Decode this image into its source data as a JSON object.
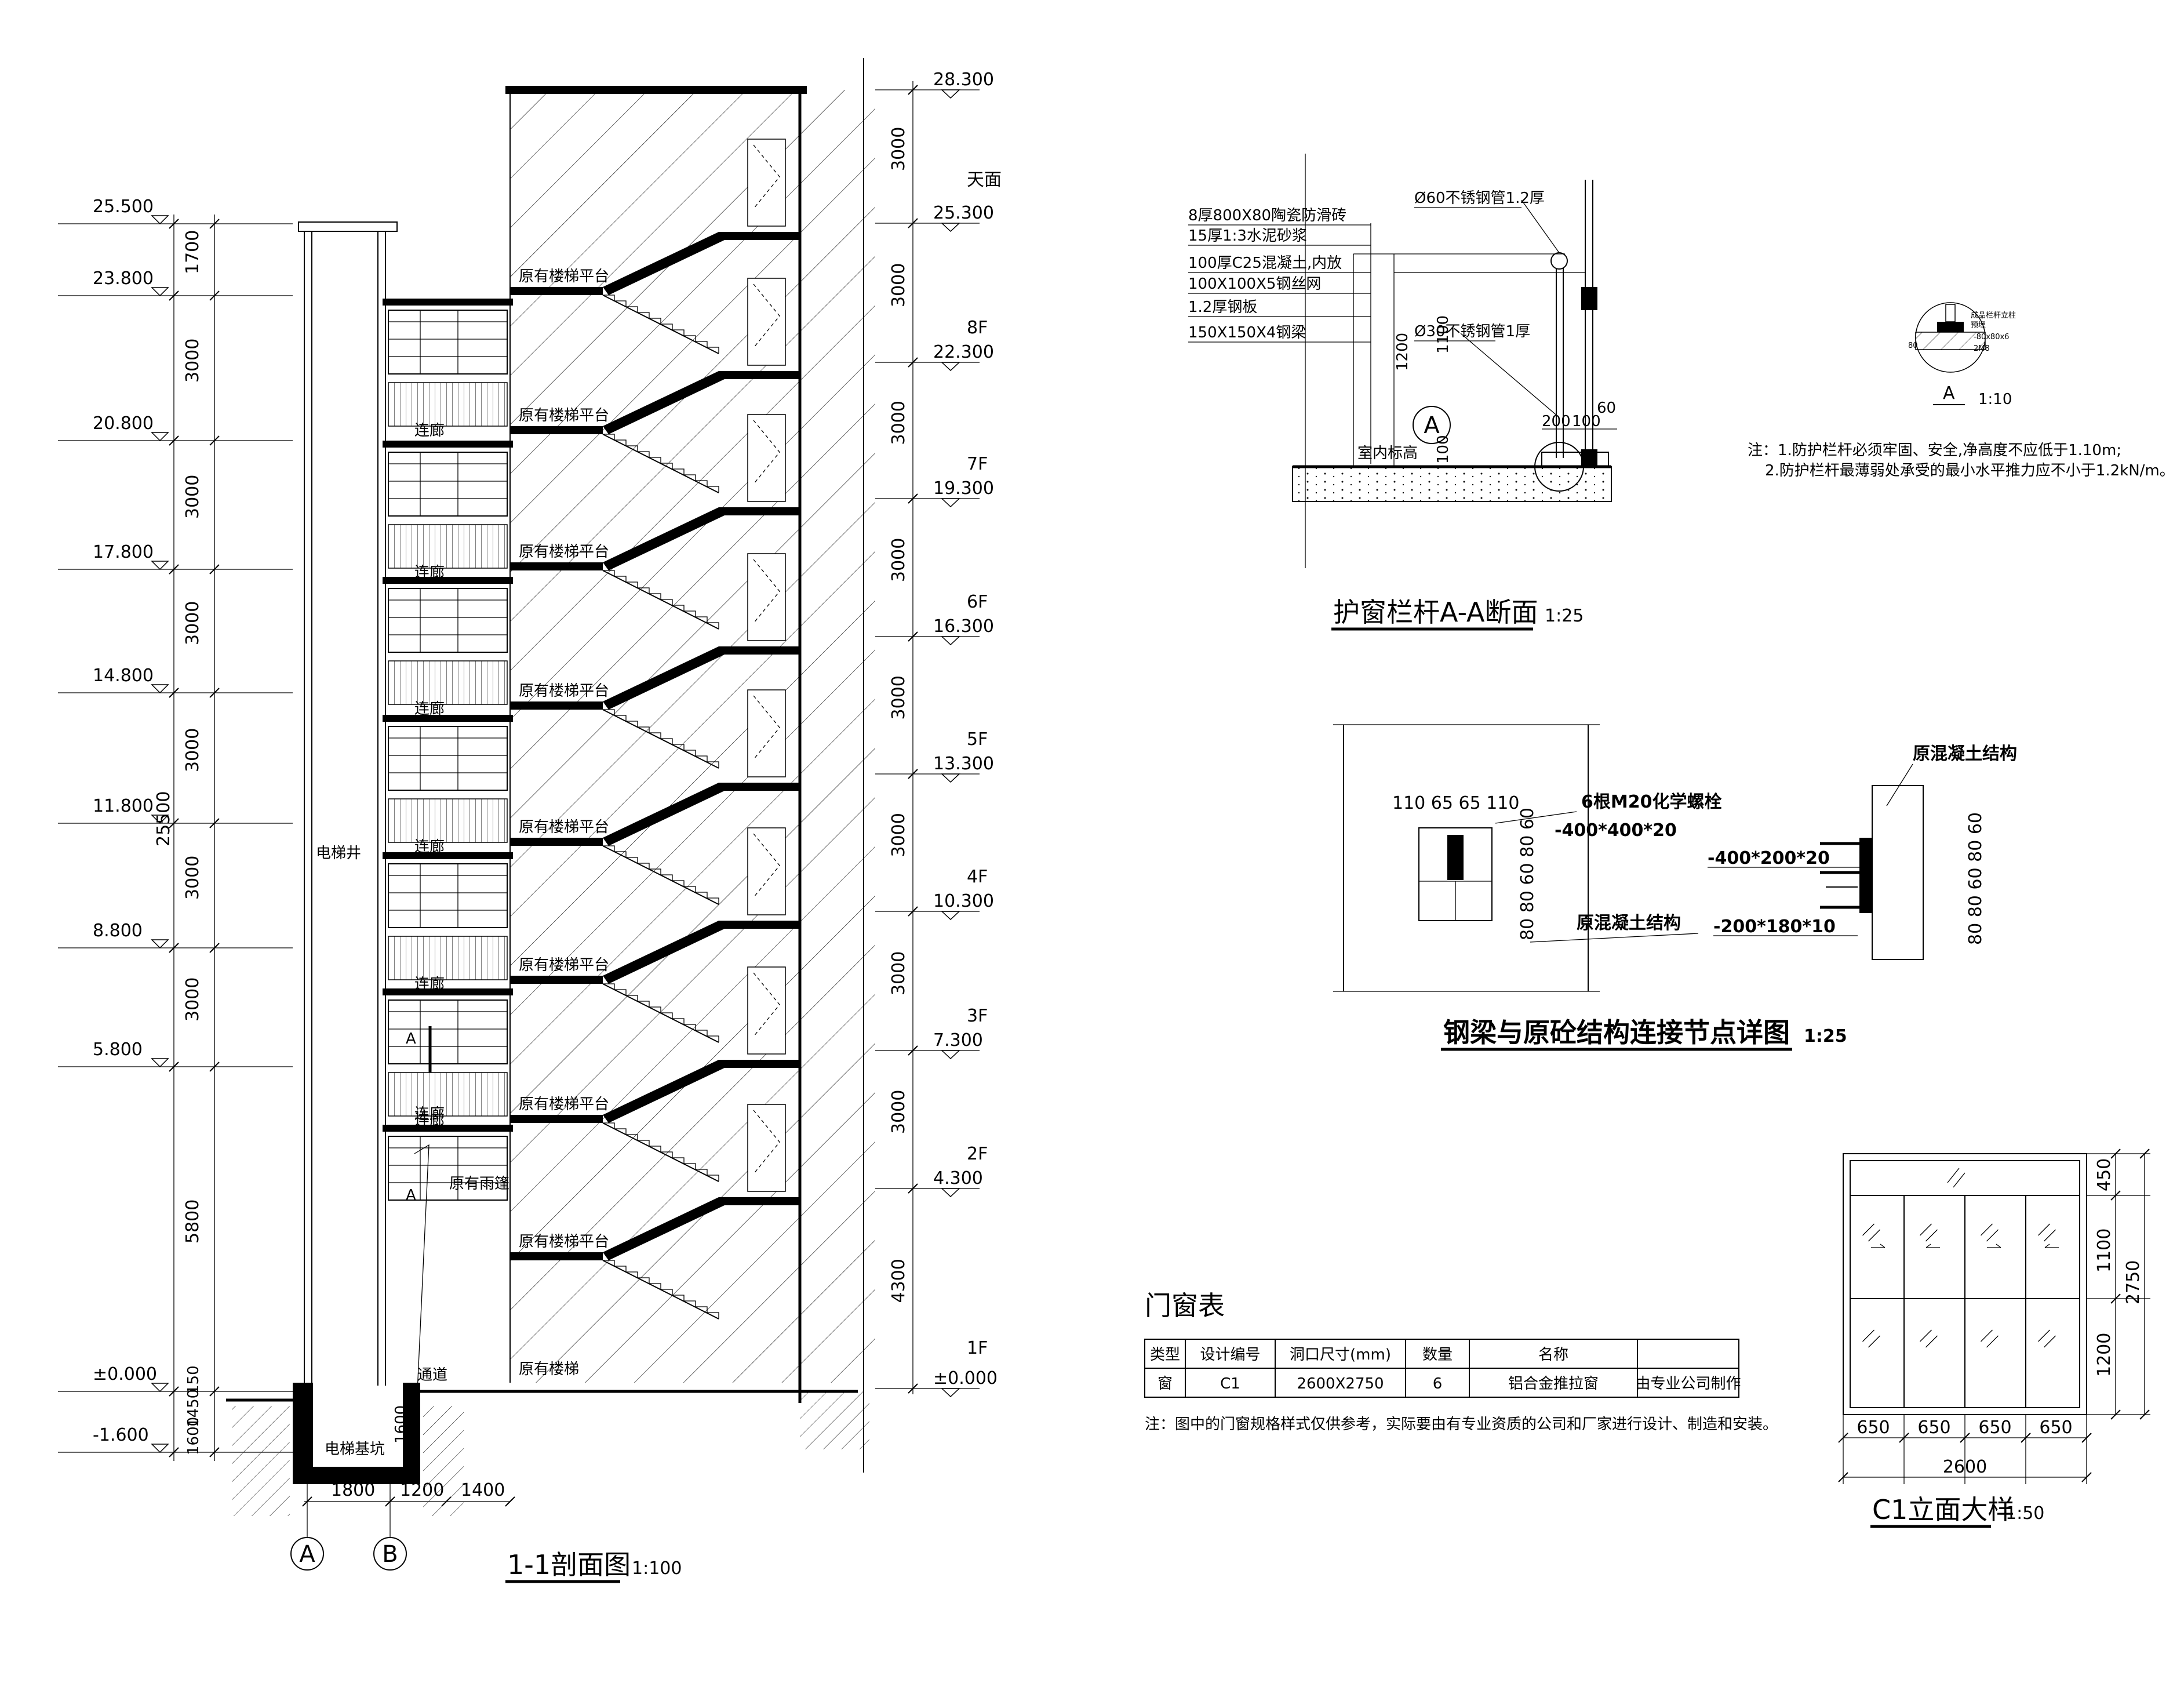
{
  "section_view": {
    "title": "1-1剖面图",
    "scale": "1:100",
    "left_elevations": [
      "25.500",
      "23.800",
      "20.800",
      "17.800",
      "14.800",
      "11.800",
      "8.800",
      "5.800",
      "±0.000",
      "-1.600"
    ],
    "left_dims": [
      "1700",
      "3000",
      "3000",
      "3000",
      "3000",
      "3000",
      "3000",
      "5800",
      "150",
      "1450",
      "1600"
    ],
    "total_dim": "25500",
    "right_elevations": [
      "28.300",
      "25.300",
      "22.300",
      "19.300",
      "16.300",
      "13.300",
      "10.300",
      "7.300",
      "4.300",
      "±0.000"
    ],
    "right_dims": [
      "3000",
      "3000",
      "3000",
      "3000",
      "3000",
      "3000",
      "3000",
      "3000",
      "4300"
    ],
    "floor_labels": [
      "天面",
      "8F",
      "7F",
      "6F",
      "5F",
      "4F",
      "3F",
      "2F",
      "1F"
    ],
    "labels": {
      "elevator_shaft": "电梯井",
      "elevator_pit": "电梯基坑",
      "corridor": "连廊",
      "landing": "原有楼梯平台",
      "canopy": "原有雨篷",
      "passage": "通道",
      "stair": "原有楼梯",
      "marker_a": "A",
      "pit_depth": "1600"
    },
    "bottom_dims": [
      "1800",
      "1200",
      "1400"
    ],
    "axes": [
      "A",
      "B"
    ]
  },
  "railing_detail": {
    "title": "护窗栏杆A-A断面",
    "scale": "1:25",
    "notes_left": [
      "8厚800X80陶瓷防滑砖",
      "15厚1:3水泥砂浆",
      "100厚C25混凝土,内放",
      "100X100X5钢丝网",
      "1.2厚钢板",
      "150X150X4钢梁"
    ],
    "pipe_top": "Ø60不锈钢管1.2厚",
    "pipe_mid": "Ø30不锈钢管1厚",
    "dims": [
      "1200",
      "1100",
      "100",
      "200",
      "100",
      "60"
    ],
    "floor_label": "室内标高",
    "marker": "A"
  },
  "node_a": {
    "label": "A",
    "scale": "1:10",
    "tags": [
      "成品栏杆立柱",
      "预埋",
      "-80x80x6",
      "2M8",
      "80"
    ]
  },
  "railing_notes": [
    "注：1.防护栏杆必须牢固、安全,净高度不应低于1.10m;",
    "2.防护栏杆最薄弱处承受的最小水平推力应不小于1.2kN/m。"
  ],
  "beam_detail": {
    "title": "钢梁与原砼结构连接节点详图",
    "scale": "1:25",
    "bolt_label": "6根M20化学螺栓",
    "plate_1": "-400*400*20",
    "plate_2": "-400*200*20",
    "plate_3": "-200*180*10",
    "concrete_1": "原混凝土结构",
    "concrete_2": "原混凝土结构",
    "top_dims": "110 65 65 110",
    "side_dims": "80 80 60 80 60"
  },
  "window_schedule": {
    "title": "门窗表",
    "headers": [
      "类型",
      "设计编号",
      "洞口尺寸(mm)",
      "数量",
      "名称",
      ""
    ],
    "row": [
      "窗",
      "C1",
      "2600X2750",
      "6",
      "铝合金推拉窗",
      "由专业公司制作"
    ],
    "note": "注：图中的门窗规格样式仅供参考，实际要由有专业资质的公司和厂家进行设计、制造和安装。"
  },
  "c1_elevation": {
    "title": "C1立面大样",
    "scale": "1:50",
    "height_dims": [
      "450",
      "1100",
      "1200"
    ],
    "total_height": "2750",
    "width_dims": [
      "650",
      "650",
      "650",
      "650"
    ],
    "total_width": "2600"
  }
}
